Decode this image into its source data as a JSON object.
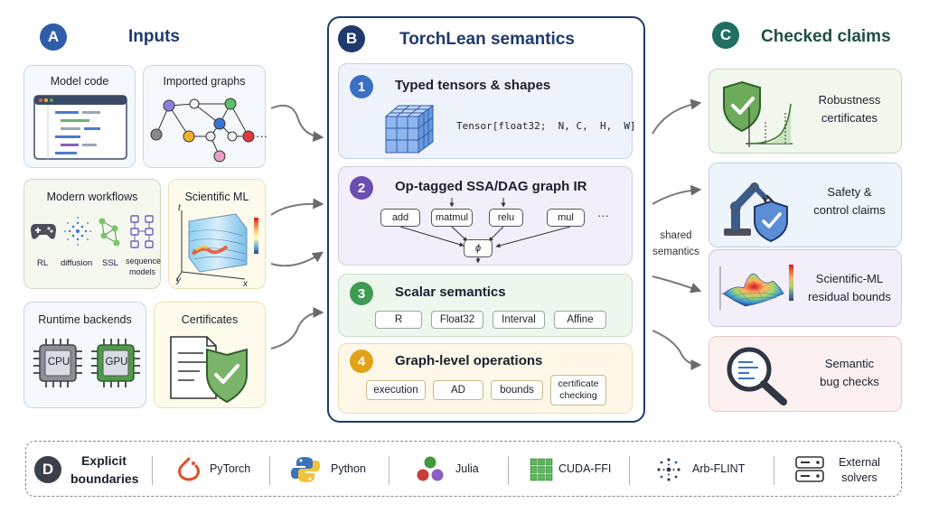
{
  "inputs": {
    "badge": "A",
    "title": "Inputs",
    "model_code": "Model code",
    "imported_graphs": "Imported graphs",
    "graph_ellipsis": "···",
    "modern_workflows": "Modern workflows",
    "workflow_labels": [
      "RL",
      "diffusion",
      "SSL",
      "sequence",
      "models"
    ],
    "scientific_ml": "Scientific ML",
    "axis_t": "t",
    "axis_x": "x",
    "axis_y": "y",
    "runtime_backends": "Runtime backends",
    "cpu": "CPU",
    "gpu": "GPU",
    "certificates": "Certificates"
  },
  "semantics": {
    "badge": "B",
    "title": "TorchLean semantics",
    "typed": {
      "num": "1",
      "title": "Typed tensors & shapes",
      "code": "Tensor[float32;  N, C,  H,  W]"
    },
    "graph": {
      "num": "2",
      "title": "Op-tagged SSA/DAG graph IR",
      "ops": [
        "add",
        "matmul",
        "relu",
        "mul"
      ],
      "ellipsis": "···",
      "phi": "ϕ"
    },
    "scalar": {
      "num": "3",
      "title": "Scalar semantics",
      "items": [
        "R",
        "Float32",
        "Interval",
        "Affine"
      ]
    },
    "graphops": {
      "num": "4",
      "title": "Graph-level operations",
      "items": [
        "execution",
        "AD",
        "bounds",
        "certificate",
        "checking"
      ]
    }
  },
  "shared": [
    "shared",
    "semantics"
  ],
  "claims": {
    "badge": "C",
    "title": "Checked claims",
    "robustness": [
      "Robustness",
      "certificates"
    ],
    "safety": [
      "Safety &",
      "control claims"
    ],
    "sciml": [
      "Scientific-ML",
      "residual bounds"
    ],
    "bugs": [
      "Semantic",
      "bug checks"
    ]
  },
  "boundaries": {
    "badge": "D",
    "title": [
      "Explicit",
      "boundaries"
    ],
    "items": [
      "PyTorch",
      "Python",
      "Julia",
      "CUDA-FFI",
      "Arb-FLINT",
      "External",
      "solvers"
    ]
  },
  "colors": {
    "navy": "#1f3a6e",
    "badge_blue": "#2f5da8",
    "badge_teal": "#1f6f63",
    "num1": "#3a6fc4",
    "num2": "#6b4fb0",
    "num3": "#3f9a52",
    "num4": "#e0a21a"
  }
}
